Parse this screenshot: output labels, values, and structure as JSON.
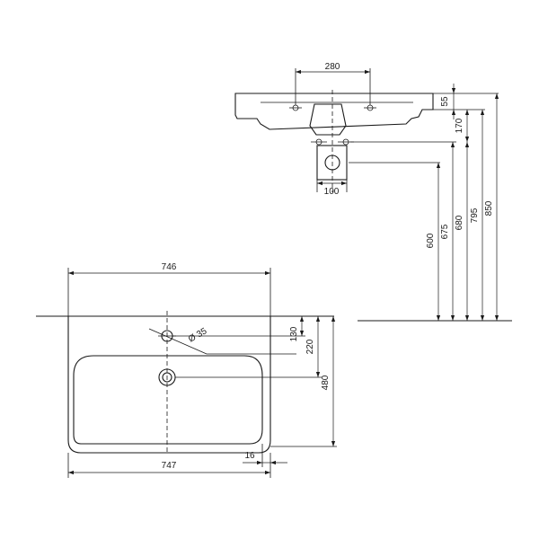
{
  "dimensions": {
    "tap_hole_spacing": "280",
    "rim_thickness": "55",
    "rim_to_waste_hole": "170",
    "waste_fitting_width": "100",
    "waste_hole_height": "600",
    "waste_center_height": "675",
    "fixing_height": "680",
    "basin_underside_height": "795",
    "rim_height": "850",
    "overall_width": "746",
    "bowl_width": "747",
    "tap_hole_diameter": "Ø 35",
    "wall_to_tap_hole": "130",
    "wall_to_overflow": "220",
    "overall_depth": "480",
    "side_offset": "16"
  }
}
